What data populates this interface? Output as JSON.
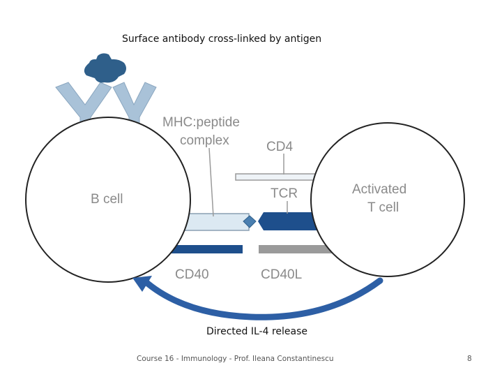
{
  "title": "Surface antibody cross-linked by antigen",
  "diagram": {
    "b_cell_label": "B cell",
    "t_cell_label_line1": "Activated",
    "t_cell_label_line2": "T cell",
    "mhc_label_line1": "MHC:peptide",
    "mhc_label_line2": "complex",
    "cd4_label": "CD4",
    "tcr_label": "TCR",
    "cd40_label": "CD40",
    "cd40l_label": "CD40L",
    "colors": {
      "antibody": "#a9c2d8",
      "antigen": "#2f5f8a",
      "dark_blue": "#1e4f8c",
      "light_blue": "#dce9f2",
      "grey": "#9a9a9a",
      "arrow": "#2d5fa5",
      "label_grey": "#8a8a8a"
    }
  },
  "caption": "Directed IL-4 release",
  "footer": "Course 16 - Immunology - Prof. Ileana Constantinescu",
  "page_number": "8"
}
